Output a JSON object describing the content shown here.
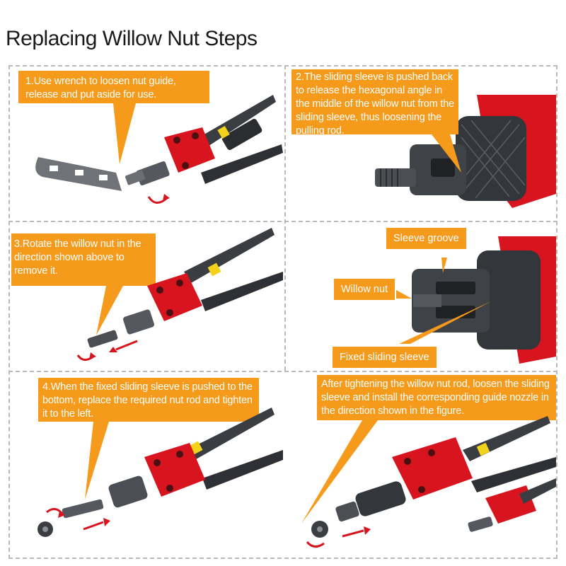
{
  "page": {
    "title": "Replacing Willow Nut Steps"
  },
  "colors": {
    "accent_orange": "#f59a1b",
    "tool_red": "#d8141e",
    "tool_dark": "#3a3d42",
    "border_gray": "#b9b9b9"
  },
  "steps": [
    {
      "text": "1.Use wrench to loosen nut guide, release and put aside for use."
    },
    {
      "text": "2.The sliding sleeve is pushed back to release the hexagonal angle in the middle of the willow nut from the sliding sleeve, thus loosening the pulling rod."
    },
    {
      "text": "3.Rotate the willow nut in the direction shown above to remove it."
    },
    {
      "text": "4.When the fixed sliding sleeve is pushed to the bottom, replace the required nut rod and tighten it to the left."
    },
    {
      "text": "After tightening the willow nut rod, loosen the sliding sleeve and install the corresponding guide nozzle in the direction shown in the figure."
    }
  ],
  "parts_labels": {
    "sleeve_groove": "Sleeve groove",
    "willow_nut": "Willow nut",
    "fixed_sliding_sleeve": "Fixed sliding sleeve"
  }
}
